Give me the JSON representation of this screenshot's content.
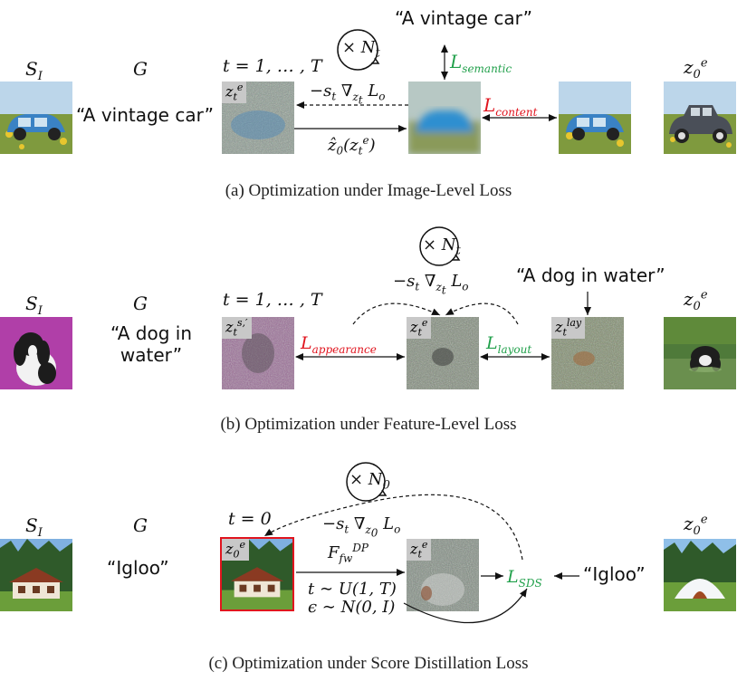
{
  "symbols": {
    "source_image": "S",
    "source_image_sub": "I",
    "guidance": "G",
    "target_latent": "z",
    "target_latent_sub": "0",
    "target_latent_sup": "e"
  },
  "panel_a": {
    "prompt_guidance": "“A vintage car”",
    "prompt_top": "“A vintage car”",
    "timesteps": "t = 1, … , T",
    "repeat": "× N",
    "repeat_sub": "t",
    "latent_tag": "z",
    "latent_tag_sub": "t",
    "latent_tag_sup": "e",
    "gradient_label": "−s",
    "gradient_label_mid": "t",
    "gradient_label_nabla": " ∇",
    "gradient_label_nabla_sub": "z",
    "gradient_label_nabla_subsub": "t",
    "gradient_label_end": " L",
    "gradient_label_end_sub": "o",
    "pred_label": "ẑ",
    "pred_label_sub": "0",
    "pred_label_rest": "(z",
    "pred_label_rest_sub": "t",
    "pred_label_rest_sup": "e",
    "pred_label_close": ")",
    "loss_semantic": "L",
    "loss_semantic_sub": "semantic",
    "loss_content": "L",
    "loss_content_sub": "content",
    "caption": "(a) Optimization under Image-Level Loss"
  },
  "panel_b": {
    "prompt_guidance_line1": "“A dog in",
    "prompt_guidance_line2": "water”",
    "prompt_top": "“A dog in water”",
    "timesteps": "t = 1, … , T",
    "repeat": "× N",
    "repeat_sub": "t",
    "gradient_label": "−s",
    "gradient_label_mid": "t",
    "gradient_label_nabla": " ∇",
    "gradient_label_nabla_sub": "z",
    "gradient_label_nabla_subsub": "t",
    "gradient_label_end": " L",
    "gradient_label_end_sub": "o",
    "tag_style": "z",
    "tag_style_sub": "t",
    "tag_style_sup": "s,′",
    "tag_target": "z",
    "tag_target_sub": "t",
    "tag_target_sup": "e",
    "tag_layout": "z",
    "tag_layout_sub": "t",
    "tag_layout_sup": "lay",
    "loss_appearance": "L",
    "loss_appearance_sub": "appearance",
    "loss_layout": "L",
    "loss_layout_sub": "layout",
    "caption": "(b) Optimization under Feature-Level Loss"
  },
  "panel_c": {
    "prompt_guidance": "“Igloo”",
    "prompt_right": "“Igloo”",
    "timestep": "t = 0",
    "repeat": "× N",
    "repeat_sub": "0",
    "gradient_label": "−s",
    "gradient_label_mid": "t",
    "gradient_label_nabla": " ∇",
    "gradient_label_nabla_sub": "z",
    "gradient_label_nabla_subsub": "0",
    "gradient_label_end": " L",
    "gradient_label_end_sub": "o",
    "tag_input": "z",
    "tag_input_sub": "0",
    "tag_input_sup": "e",
    "tag_noisy": "z",
    "tag_noisy_sub": "t",
    "tag_noisy_sup": "e",
    "forward_label": "F",
    "forward_label_sub": "fw",
    "forward_label_sup": "DP",
    "time_sample": "t ∼ U(1, T)",
    "noise_sample": "ϵ ∼ N(0, I)",
    "loss_sds": "L",
    "loss_sds_sub": "SDS",
    "caption": "(c) Optimization under Score Distillation Loss"
  },
  "colors": {
    "red_loss": "#e0141e",
    "green_loss": "#21a04b",
    "tag_background": "#c8c8c8",
    "frame_red": "#e0141e"
  }
}
